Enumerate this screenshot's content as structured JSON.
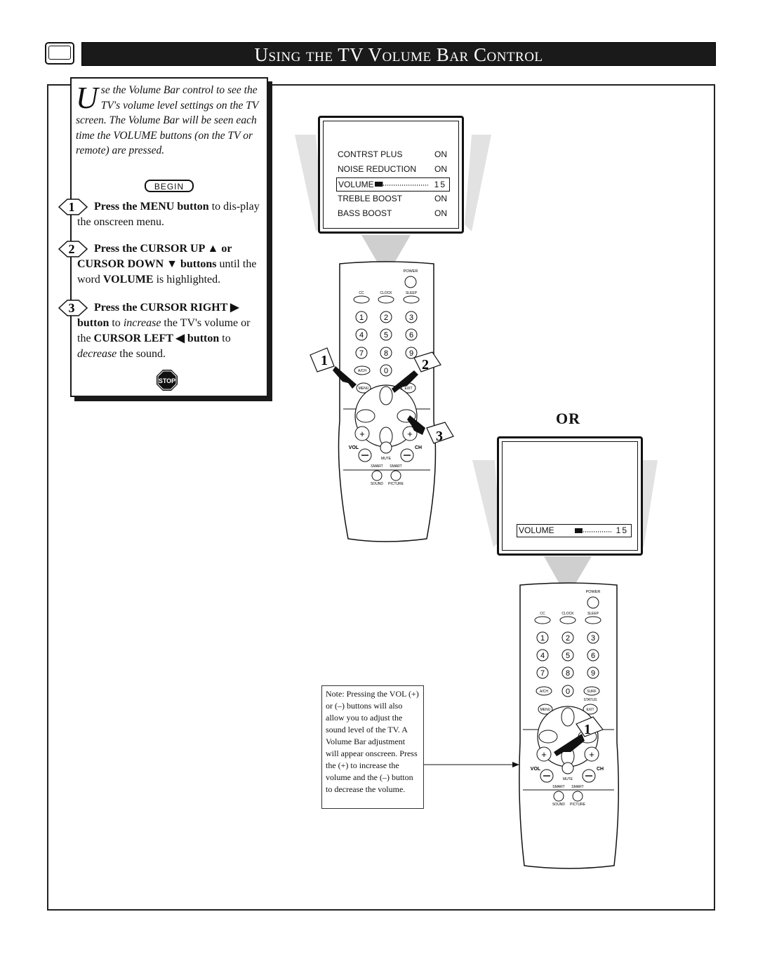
{
  "header": {
    "title": "Using the TV Volume Bar Control",
    "icon": "tv-icon"
  },
  "intro": {
    "dropcap": "U",
    "text": "se the Volume Bar control to see the TV's volume level settings on the TV screen. The Volume Bar will be seen each time the VOLUME buttons (on the TV or remote) are pressed."
  },
  "begin_label": "BEGIN",
  "steps": [
    {
      "num": "1",
      "bold": "Press the MENU button",
      "rest": " to dis-play the onscreen menu."
    },
    {
      "num": "2",
      "bold1": "Press the CURSOR UP ▲ or CURSOR DOWN ▼ buttons",
      "rest1": " until the word ",
      "bold2": "VOLUME",
      "rest2": " is highlighted."
    },
    {
      "num": "3",
      "bold1": "Press the CURSOR RIGHT ▶ button",
      "rest1": " to ",
      "italic1": "increase",
      "rest2": " the TV's volume or the ",
      "bold2": "CURSOR LEFT ◀ button",
      "rest3": " to ",
      "italic2": "decrease",
      "rest4": " the sound."
    }
  ],
  "stop_label": "STOP",
  "tv_menu": {
    "rows": [
      {
        "label": "CONTRST PLUS",
        "value": "ON"
      },
      {
        "label": "NOISE REDUCTION",
        "value": "ON"
      },
      {
        "label": "VOLUME",
        "value": "15",
        "highlighted": true,
        "level": 0.15
      },
      {
        "label": "TREBLE BOOST",
        "value": "ON"
      },
      {
        "label": "BASS BOOST",
        "value": "ON"
      }
    ]
  },
  "or_label": "OR",
  "tv_volume": {
    "label": "VOLUME",
    "value": "15",
    "level": 0.15
  },
  "remote": {
    "power": "POWER",
    "cc": "CC",
    "clock": "CLOCK",
    "sleep": "SLEEP",
    "digits": [
      "1",
      "2",
      "3",
      "4",
      "5",
      "6",
      "7",
      "8",
      "9",
      "0"
    ],
    "ach": "A/CH",
    "surf": "SURF",
    "status": "STATUS",
    "menu": "MENU",
    "exit": "EXIT",
    "vol": "VOL",
    "ch": "CH",
    "mute": "MUTE",
    "smart1": "SMART",
    "smart2": "SMART",
    "sound": "SOUND",
    "picture": "PICTURE"
  },
  "callouts": {
    "a": "1",
    "b": "2",
    "c": "3",
    "d": "1"
  },
  "note": "Note: Pressing the VOL (+) or (–) buttons will also allow you to adjust the sound level of the TV. A Volume Bar adjustment will appear onscreen. Press the (+) to increase the volume and the (–) button to decrease the volume.",
  "colors": {
    "title_bg": "#1a1a1a",
    "title_fg": "#ffffff",
    "beam": "#d9d9d9",
    "remote_body": "#ffffff"
  }
}
